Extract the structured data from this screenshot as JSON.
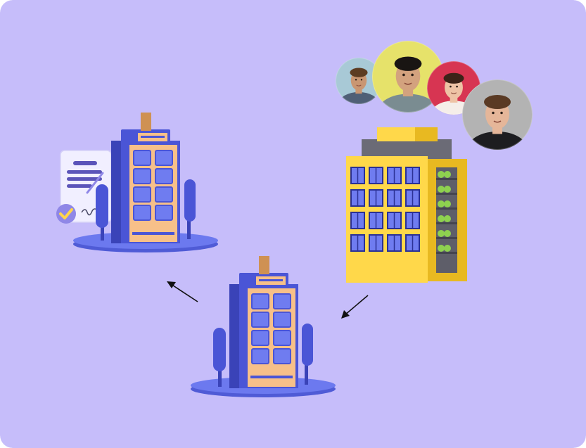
{
  "colors": {
    "background": "#c6bdfa",
    "building_blue": "#4a55d6",
    "building_front": "#f7c089",
    "building_window": "#6f7cf0",
    "base_plate": "#6c79ef",
    "yellow_building": "#ffd84a",
    "yellow_building_dark": "#e8b921",
    "roof_gray": "#6b6b76",
    "plant_green": "#8ed14f",
    "arrow": "#111111",
    "document_bg": "#f1efff",
    "check_badge": "#8f87e7",
    "check_mark": "#ffd54a"
  },
  "icons": {
    "team": "team-avatars-icon",
    "corporate_office": "corporate-office-building-icon",
    "contract": "signed-contract-icon",
    "verified": "check-badge-icon",
    "branch_office": "branch-office-building-icon",
    "arrows": "flow-arrow-icon"
  },
  "people": [
    {
      "name": "avatar-person-1",
      "bg": "#a8c9d6",
      "skin": "#c99672",
      "hair": "#5d3c22",
      "shirt": "#4f5f76"
    },
    {
      "name": "avatar-person-2",
      "bg": "#e6e26a",
      "skin": "#d3a27e",
      "hair": "#191513",
      "shirt": "#7a8c91"
    },
    {
      "name": "avatar-person-3",
      "bg": "#d73552",
      "skin": "#eec3a5",
      "hair": "#3b2318",
      "shirt": "#f5eee9"
    },
    {
      "name": "avatar-person-4",
      "bg": "#b3b3b3",
      "skin": "#e5b699",
      "hair": "#5a3a24",
      "shirt": "#1d1d20"
    }
  ]
}
